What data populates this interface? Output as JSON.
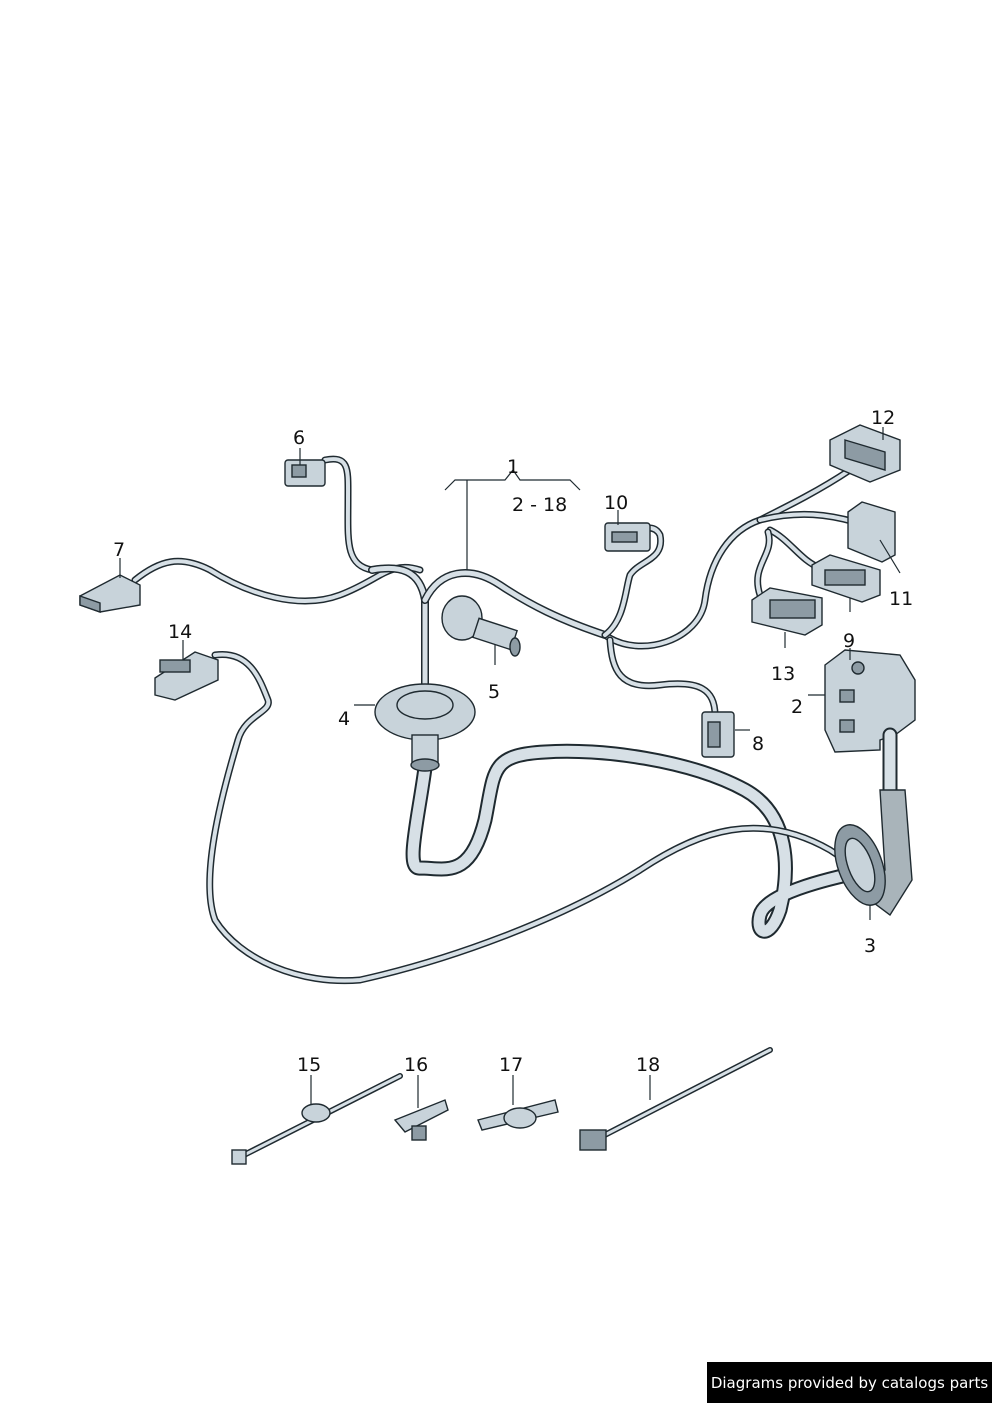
{
  "callouts": {
    "c1": "1",
    "c2_18": "2 - 18",
    "c2": "2",
    "c3": "3",
    "c4": "4",
    "c5": "5",
    "c6": "6",
    "c7": "7",
    "c8": "8",
    "c9": "9",
    "c10": "10",
    "c11": "11",
    "c12": "12",
    "c13": "13",
    "c14": "14",
    "c15": "15",
    "c16": "16",
    "c17": "17",
    "c18": "18"
  },
  "credit": "Diagrams provided by catalogs parts"
}
